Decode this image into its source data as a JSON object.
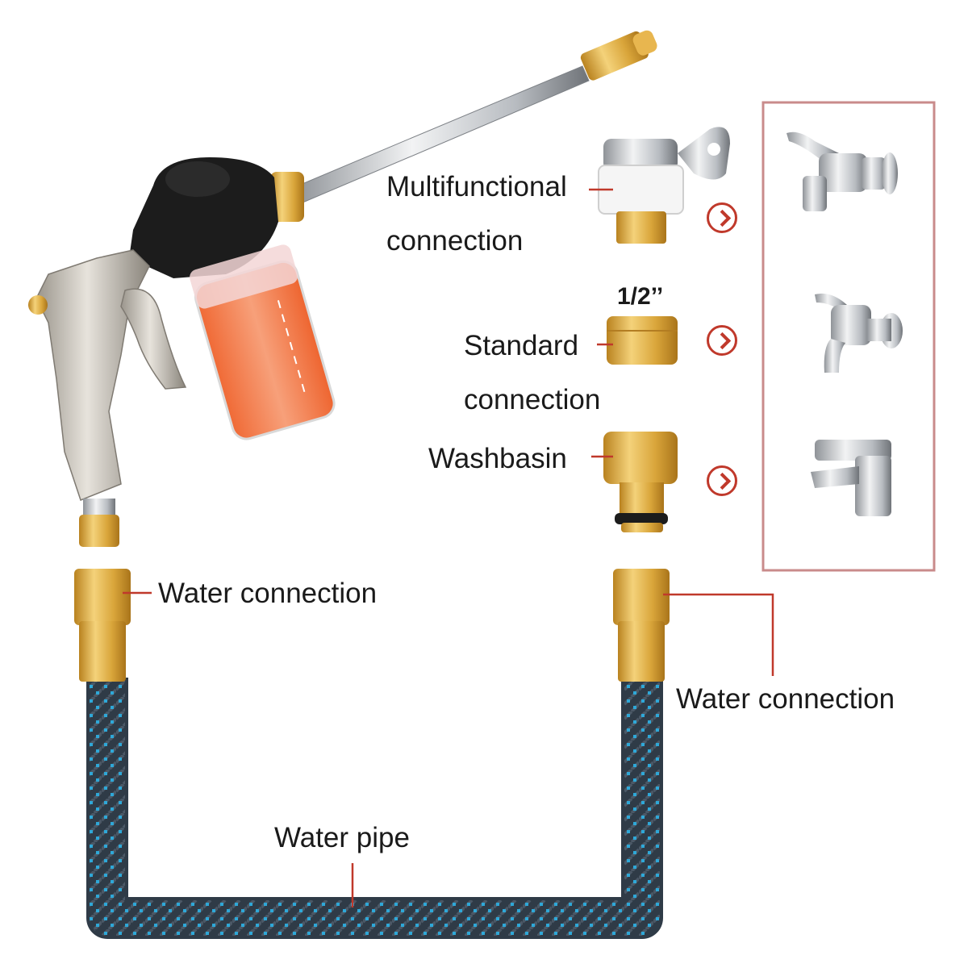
{
  "labels": {
    "multifunctional_line1": "Multifunctional",
    "multifunctional_line2": "connection",
    "size": "1/2’’",
    "standard_line1": "Standard",
    "standard_line2": "connection",
    "washbasin": "Washbasin",
    "water_connection_left": "Water connection",
    "water_connection_right": "Water connection",
    "water_pipe": "Water pipe"
  },
  "colors": {
    "leader_line": "#c0392b",
    "panel_border": "#c98b8b",
    "brass": "#d9a53a",
    "hose_dark": "#2f3b47",
    "hose_blue": "#2ea8d8",
    "gun_black": "#1c1c1c",
    "soap_orange": "#f47a45"
  },
  "icons": [
    "spray-gun-icon",
    "multifunctional-adapter-icon",
    "standard-adapter-icon",
    "washbasin-adapter-icon",
    "wall-tap-icon",
    "long-neck-tap-icon",
    "basin-mixer-icon",
    "hose-connector-icon",
    "arrow-right-icon"
  ]
}
